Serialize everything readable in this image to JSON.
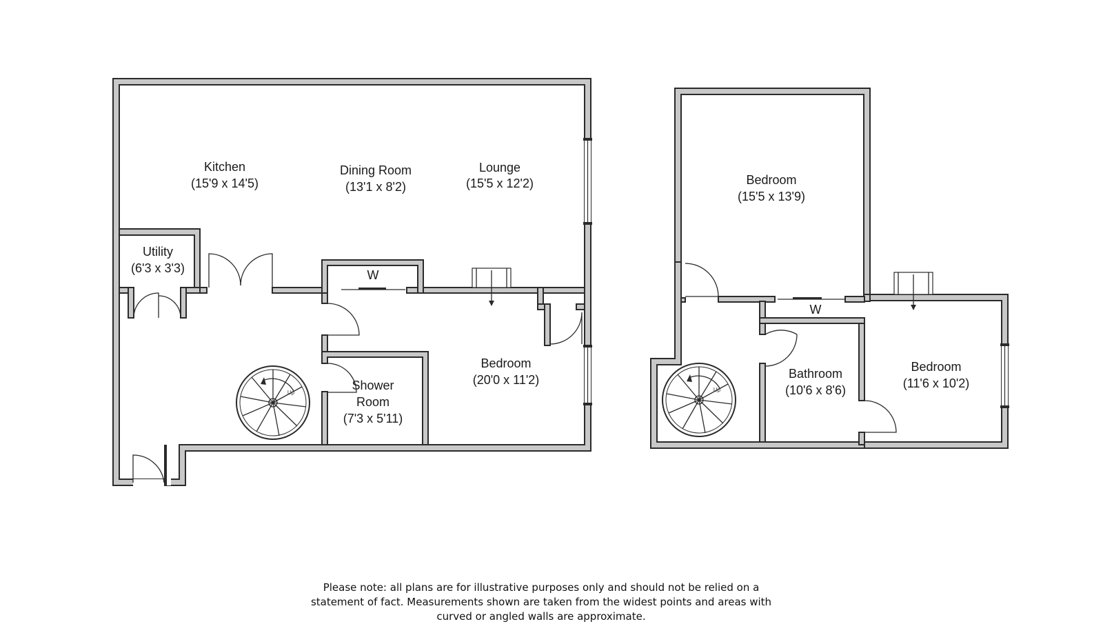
{
  "ground_floor": {
    "rooms": [
      {
        "id": "kitchen",
        "name": "Kitchen",
        "size": "(15'9 x 14'5)"
      },
      {
        "id": "dining",
        "name": "Dining Room",
        "size": "(13'1 x 8'2)"
      },
      {
        "id": "lounge",
        "name": "Lounge",
        "size": "(15'5 x 12'2)"
      },
      {
        "id": "utility",
        "name": "Utility",
        "size": "(6'3 x 3'3)"
      },
      {
        "id": "shower",
        "name": "Shower",
        "name2": "Room",
        "size": "(7'3 x 5'11)"
      },
      {
        "id": "bedroom",
        "name": "Bedroom",
        "size": "(20'0 x 11'2)"
      }
    ],
    "wardrobe_label": "W",
    "stair_label": "Up"
  },
  "first_floor": {
    "rooms": [
      {
        "id": "bedroom1",
        "name": "Bedroom",
        "size": "(15'5 x 13'9)"
      },
      {
        "id": "bathroom",
        "name": "Bathroom",
        "size": "(10'6 x 8'6)"
      },
      {
        "id": "bedroom2",
        "name": "Bedroom",
        "size": "(11'6 x 10'2)"
      }
    ],
    "wardrobe_label": "W",
    "stair_label": "Up"
  },
  "disclaimer": [
    "Please note: all plans are for illustrative purposes only and should not be relied on a",
    "statement of fact. Measurements shown are taken from the widest points and areas with",
    "curved or angled walls are approximate."
  ]
}
